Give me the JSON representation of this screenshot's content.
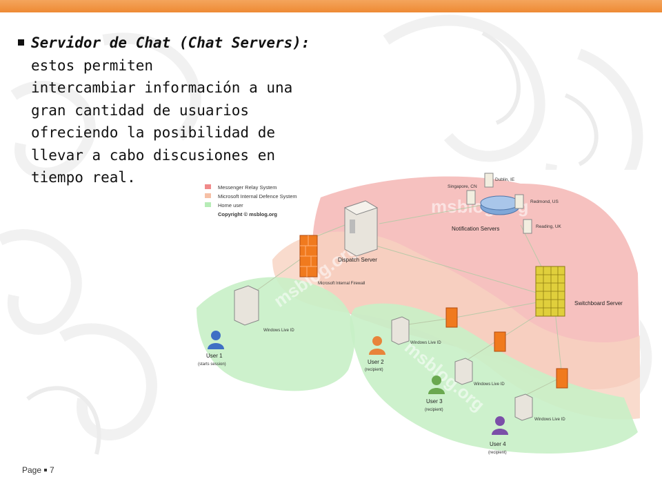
{
  "bullet": {
    "title": "Servidor de Chat (Chat Servers):",
    "body": " estos permiten\nintercambiar información a una\ngran cantidad de usuarios\nofreciendo la posibilidad de\nllevar a cabo discusiones en\ntiempo real."
  },
  "diagram": {
    "legend": [
      {
        "label": "Messenger Relay System",
        "color": "#f08a8a"
      },
      {
        "label": "Microsoft Internal Defence System",
        "color": "#f6c0a6"
      },
      {
        "label": "Home user",
        "color": "#b6ecb6"
      }
    ],
    "copyright": "Copyright © msblog.org",
    "watermark": "msblog.org",
    "servers": {
      "dispatch": "Dispatch Server",
      "firewall": "Microsoft Internal Firewall",
      "notification": "Notification Servers",
      "switchboard": "Switchboard Server"
    },
    "locations": [
      "Singapore, CN",
      "Dublin, IE",
      "Redmond, US",
      "Reading, UK"
    ],
    "windows_live_id": "Windows Live ID",
    "users": [
      {
        "name": "User 1",
        "role": "(starts session)",
        "color": "#3f6fc4"
      },
      {
        "name": "User 2",
        "role": "(recipient)",
        "color": "#e8843a"
      },
      {
        "name": "User 3",
        "role": "(recipient)",
        "color": "#6aa84f"
      },
      {
        "name": "User 4",
        "role": "(recipient)",
        "color": "#7b4fa8"
      }
    ]
  },
  "footer": {
    "label": "Page",
    "number": "7"
  }
}
